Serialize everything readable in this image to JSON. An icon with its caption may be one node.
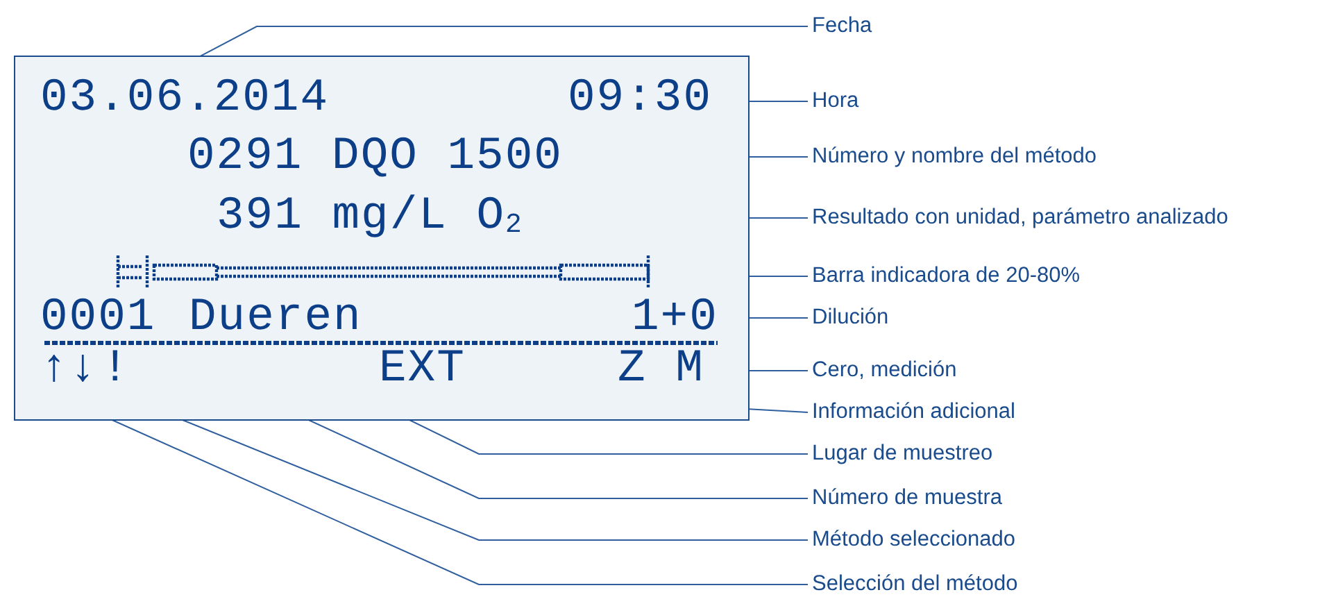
{
  "diagram": {
    "nodes": [
      {
        "text": [],
        "shape": "box"
      },
      {
        "text": [
          "03.06.2014"
        ],
        "in": 0
      },
      {
        "text": [
          "09:30"
        ],
        "in": 0
      },
      {
        "text": [
          "0291 DQO 1500"
        ],
        "in": 0
      },
      {
        "text": [
          "391 mg/L O$_{2}$"
        ],
        "in": 0
      },
      {
        "text": [],
        "shape": "bar",
        "in": 0
      },
      {
        "text": [
          "0001"
        ],
        "in": 0
      },
      {
        "text": [
          "Dueren"
        ],
        "in": 0
      },
      {
        "text": [
          "1+0"
        ],
        "in": 0
      },
      {
        "text": [
          "↑↓"
        ],
        "in": 0
      },
      {
        "text": [
          "!"
        ],
        "in": 0
      },
      {
        "text": [
          "EXT"
        ],
        "in": 0
      },
      {
        "text": [
          "Z M"
        ],
        "in": 0
      },
      {
        "text": [
          "Fecha"
        ]
      },
      {
        "text": [
          "Hora"
        ]
      },
      {
        "text": [
          "Número y nombre del método"
        ]
      },
      {
        "text": [
          "Resultado con unidad, parámetro analizado"
        ]
      },
      {
        "text": [
          "Barra indicadora de 20-80%"
        ]
      },
      {
        "text": [
          "Dilución"
        ]
      },
      {
        "text": [
          "Cero, medición"
        ]
      },
      {
        "text": [
          "Información adicional"
        ]
      },
      {
        "text": [
          "Lugar de muestreo"
        ]
      },
      {
        "text": [
          "Número de muestra"
        ]
      },
      {
        "text": [
          "Método seleccionado"
        ]
      },
      {
        "text": [
          "Selección del método"
        ]
      }
    ],
    "edges": [
      {
        "from": 13,
        "to": 1,
        "arrow": "none"
      },
      {
        "from": 14,
        "to": 2,
        "arrow": "none"
      },
      {
        "from": 15,
        "to": 3,
        "arrow": "none"
      },
      {
        "from": 16,
        "to": 4,
        "arrow": "none"
      },
      {
        "from": 17,
        "to": 5,
        "arrow": "none"
      },
      {
        "from": 18,
        "to": 8,
        "arrow": "none"
      },
      {
        "from": 19,
        "to": 12,
        "arrow": "none"
      },
      {
        "from": 20,
        "to": 11,
        "arrow": "none"
      },
      {
        "from": 21,
        "to": 7,
        "arrow": "none"
      },
      {
        "from": 22,
        "to": 6,
        "arrow": "none"
      },
      {
        "from": 23,
        "to": 10,
        "arrow": "none"
      },
      {
        "from": 24,
        "to": 9,
        "arrow": "none"
      }
    ]
  }
}
